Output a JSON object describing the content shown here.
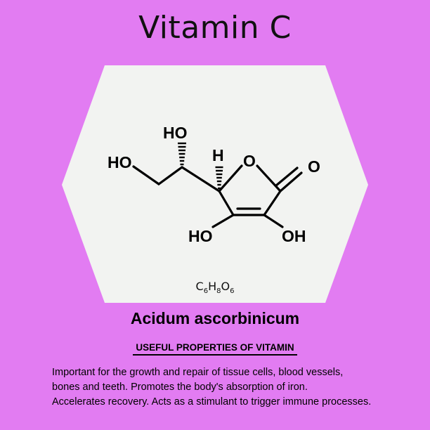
{
  "title": "Vitamin C",
  "colors": {
    "background": "#e27cf2",
    "hexagon_fill": "#f2f3f1",
    "ink": "#000000"
  },
  "structure": {
    "atoms": {
      "ho_side_chain": "HO",
      "ho_stereo": "HO",
      "h_stereo": "H",
      "ring_oxygen": "O",
      "carbonyl_oxygen": "O",
      "ho_enol_left": "HO",
      "oh_enol_right": "OH"
    }
  },
  "formula": {
    "c": "C",
    "c_count": "6",
    "h": "H",
    "h_count": "8",
    "o": "O",
    "o_count": "6"
  },
  "latin_name": "Acidum ascorbinicum",
  "properties": {
    "heading": "USEFUL PROPERTIES OF VITAMIN",
    "lines": [
      "Important for the growth and repair of tissue cells, blood vessels,",
      "bones and teeth. Promotes the body's absorption of iron.",
      "Accelerates recovery. Acts as a stimulant to trigger immune processes."
    ]
  }
}
